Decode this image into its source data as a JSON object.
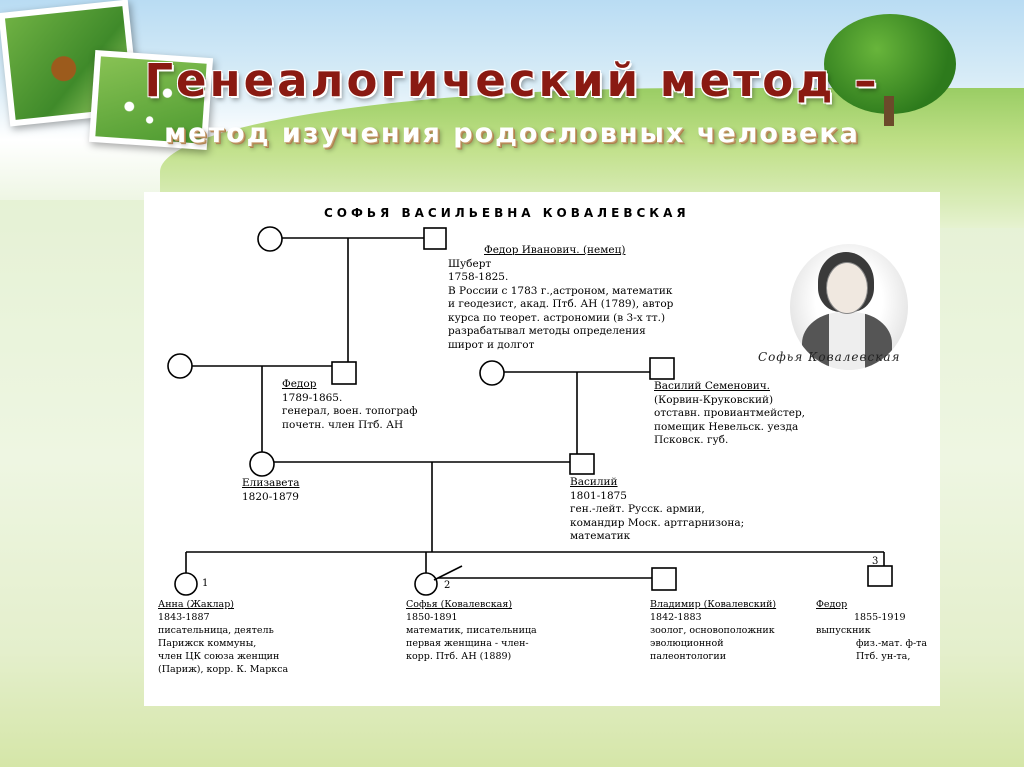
{
  "slide": {
    "title": "Генеалогический метод –",
    "subtitle": "метод изучения родословных человека"
  },
  "diagram": {
    "header": "СОФЬЯ ВАСИЛЬЕВНА КОВАЛЕВСКАЯ",
    "signature": "Софья Ковалевская",
    "people": {
      "fedor_ivanovich": [
        "Федор Иванович. (немец)",
        "Шуберт",
        "1758-1825.",
        "В России с 1783 г.,астроном, математик",
        "и геодезист, акад. Птб. АН (1789), автор",
        "курса по теорет. астрономии (в 3-х тт.)",
        "разрабатывал методы определения",
        "широт и долгот"
      ],
      "fedor": [
        "Федор",
        "1789-1865.",
        "генерал, воен. топограф",
        "почетн. член Птб. АН"
      ],
      "vasily_semenovich": [
        "Василий Семенович.",
        "(Корвин-Круковский)",
        "отставн. провиантмейстер,",
        "помещик Невельск. уезда",
        "Псковск. губ."
      ],
      "elizaveta": [
        "Елизавета",
        "1820-1879"
      ],
      "vasily": [
        "Василий",
        "1801-1875",
        "ген.-лейт. Русск. армии,",
        "командир Моск. артгарнизона;",
        "математик"
      ],
      "anna": [
        "Анна (Жаклар)",
        "1843-1887",
        "писательница, деятель",
        "Парижск коммуны,",
        "член ЦК союза женщин",
        "(Париж), корр. К. Маркса"
      ],
      "sofya": [
        "Софья (Ковалевская)",
        "1850-1891",
        "математик, писательница",
        "первая женщина - член-",
        "корр. Птб. АН (1889)"
      ],
      "vladimir": [
        "Владимир (Ковалевский)",
        "1842-1883",
        "зоолог, основоположник",
        "эволюционной",
        "палеонтологии"
      ],
      "fedor_jr": [
        "Федор",
        "1855-1919",
        "выпускник",
        "физ.-мат. ф-та",
        "Птб. ун-та,"
      ]
    },
    "numbers": [
      "1",
      "2",
      "3"
    ]
  }
}
